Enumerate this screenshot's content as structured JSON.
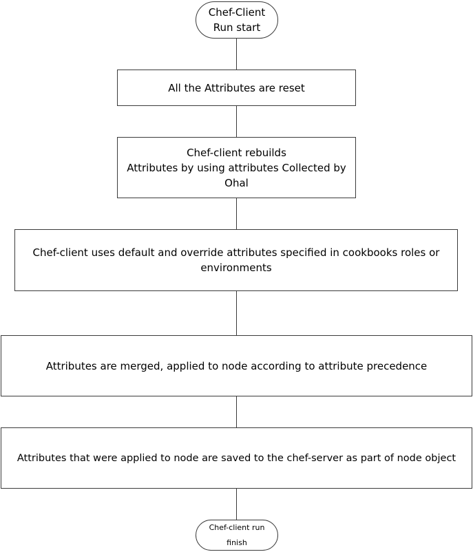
{
  "steps": [
    {
      "id": "start",
      "lines": [
        "Chef-Client",
        "Run start"
      ]
    },
    {
      "id": "reset",
      "lines": [
        "All the Attributes are reset"
      ]
    },
    {
      "id": "rebuild",
      "lines": [
        "Chef-client rebuilds",
        "Attributes by using attributes Collected by",
        "Ohal"
      ]
    },
    {
      "id": "default-override",
      "lines": [
        "Chef-client uses default and override attributes specified in cookbooks roles or",
        "environments"
      ]
    },
    {
      "id": "merge",
      "lines": [
        "Attributes are merged, applied to node according to attribute precedence"
      ]
    },
    {
      "id": "save",
      "lines": [
        "Attributes that were applied to node are saved to the chef-server as part of node object"
      ]
    },
    {
      "id": "finish",
      "lines": [
        "Chef-client run finish"
      ]
    }
  ]
}
